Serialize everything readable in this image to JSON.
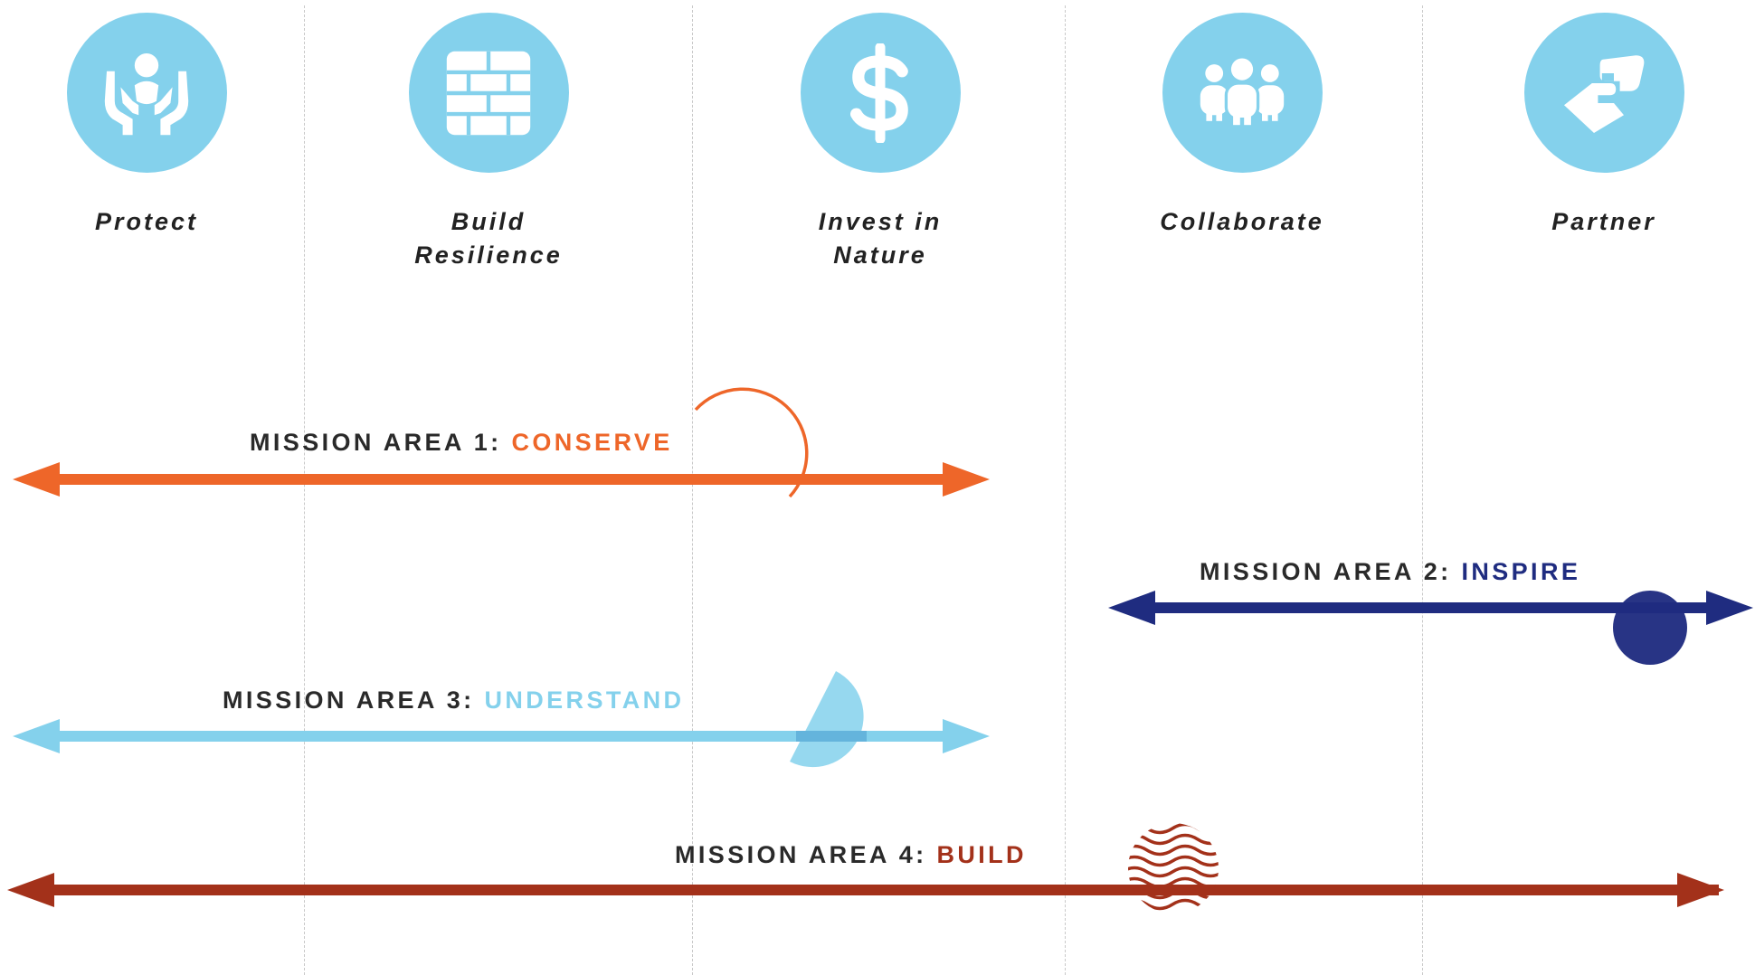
{
  "columns": [
    {
      "label_line1": "Protect",
      "label_line2": "",
      "icon": "hands-protect-icon"
    },
    {
      "label_line1": "Build",
      "label_line2": "Resilience",
      "icon": "brick-wall-icon"
    },
    {
      "label_line1": "Invest in",
      "label_line2": "Nature",
      "icon": "dollar-icon"
    },
    {
      "label_line1": "Collaborate",
      "label_line2": "",
      "icon": "group-people-icon"
    },
    {
      "label_line1": "Partner",
      "label_line2": "",
      "icon": "handshake-icon"
    }
  ],
  "missions": [
    {
      "prefix": "MISSION AREA 1: ",
      "name": "CONSERVE",
      "color": "#ee6629"
    },
    {
      "prefix": "MISSION AREA 2: ",
      "name": "INSPIRE",
      "color": "#1f2c80"
    },
    {
      "prefix": "MISSION AREA 3: ",
      "name": "UNDERSTAND",
      "color": "#84d1ec"
    },
    {
      "prefix": "MISSION AREA 4: ",
      "name": "BUILD",
      "color": "#a3311a"
    }
  ],
  "colors": {
    "icon_circle": "#84d1ec",
    "divider": "#c9c9c9",
    "text": "#222222"
  }
}
